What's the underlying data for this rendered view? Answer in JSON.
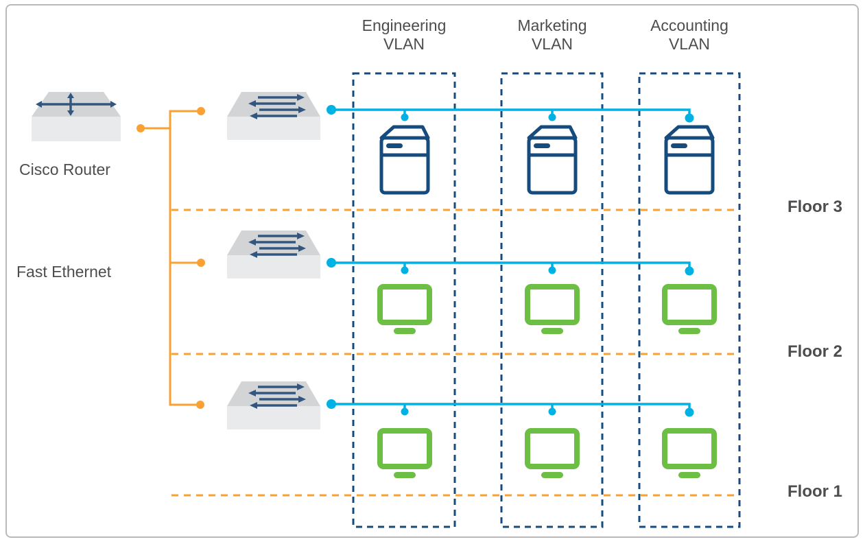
{
  "colors": {
    "orange": "#F9A132",
    "cyan": "#00B2E3",
    "navy": "#164B7D",
    "green": "#6CBE45",
    "chassis_top": "#D3D4D6",
    "chassis_body": "#E9EAEB",
    "arrow": "#33567E",
    "text": "#4D4D4F",
    "border": "#B9B9BB"
  },
  "router": {
    "label": "Cisco Router"
  },
  "trunk": {
    "label": "Fast Ethernet"
  },
  "vlans": [
    {
      "name": "Engineering",
      "type_label": "VLAN"
    },
    {
      "name": "Marketing",
      "type_label": "VLAN"
    },
    {
      "name": "Accounting",
      "type_label": "VLAN"
    }
  ],
  "floors": [
    {
      "label": "Floor 3",
      "device": "server"
    },
    {
      "label": "Floor 2",
      "device": "workstation"
    },
    {
      "label": "Floor 1",
      "device": "workstation"
    }
  ]
}
